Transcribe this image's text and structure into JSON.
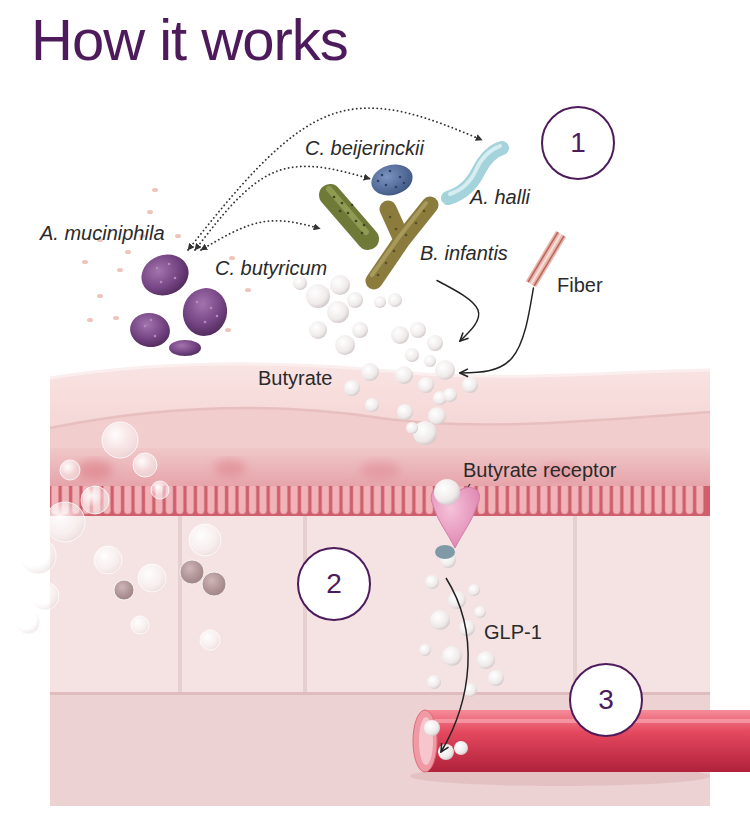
{
  "diagram": {
    "title": "How it works",
    "nodes": [
      {
        "text": [
          "1"
        ]
      },
      {
        "text": [
          "C. beijerinckii"
        ]
      },
      {
        "text": [
          "A. halli"
        ]
      },
      {
        "text": [
          "A. muciniphila"
        ]
      },
      {
        "text": [
          "C. butyricum"
        ]
      },
      {
        "text": [
          "B. infantis"
        ]
      },
      {
        "text": [
          "Fiber"
        ]
      },
      {
        "text": [
          "Butyrate"
        ]
      },
      {
        "text": [
          "Butyrate receptor"
        ]
      },
      {
        "text": [
          "2"
        ]
      },
      {
        "text": [
          "3"
        ]
      }
    ],
    "edges": [
      {
        "from": 3,
        "to": 2,
        "arrow": "both"
      },
      {
        "from": 3,
        "to": 1,
        "arrow": "both"
      },
      {
        "from": 3,
        "to": 4,
        "arrow": "both"
      },
      {
        "from": 5,
        "to": 7,
        "arrow": "to"
      },
      {
        "from": 6,
        "to": 7,
        "arrow": "to"
      }
    ],
    "labels": [
      "GLP-1"
    ]
  }
}
